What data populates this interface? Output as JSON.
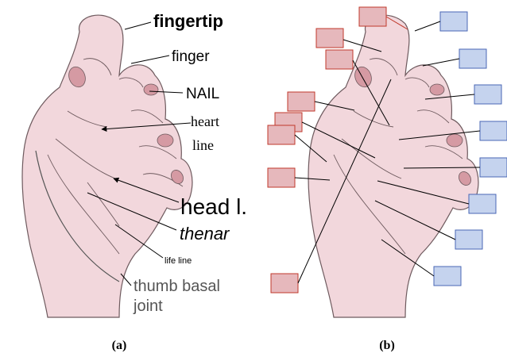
{
  "panel_a": {
    "labels": {
      "fingertip": "fingertip",
      "finger": "finger",
      "nail": "NAIL",
      "heart_line_1": "heart",
      "heart_line_2": "line",
      "head_line": "head l.",
      "thenar": "thenar",
      "life_line": "life line",
      "thumb_basal_joint_1": "thumb basal",
      "thumb_basal_joint_2": "joint"
    },
    "caption": "(a)"
  },
  "panel_b": {
    "caption": "(b)",
    "red_box_color": "#e6b8bc",
    "red_box_border": "#c0392b",
    "blue_box_color": "#c5d3ee",
    "blue_box_border": "#4a67b5"
  },
  "colors": {
    "skin": "#f2d7dc",
    "skin_line": "#6e5a5e",
    "nail": "#d59aa3"
  }
}
